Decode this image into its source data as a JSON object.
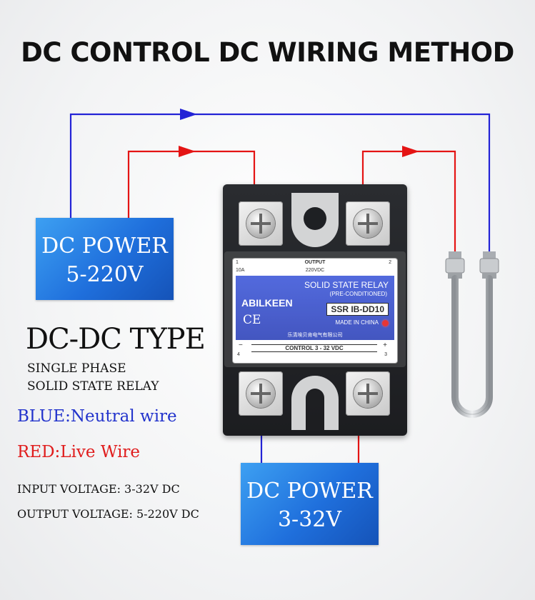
{
  "title": "DC CONTROL DC WIRING METHOD",
  "power_output": {
    "line1": "DC POWER",
    "line2": "5-220V"
  },
  "power_input": {
    "line1": "DC POWER",
    "line2": "3-32V"
  },
  "type_heading": "DC-DC TYPE",
  "type_sub1": "SINGLE PHASE",
  "type_sub2": "SOLID STATE RELAY",
  "legend_blue": "BLUE:Neutral wire",
  "legend_red": "RED:Live Wire",
  "spec_input": "INPUT VOLTAGE: 3-32V DC",
  "spec_output": "OUTPUT VOLTAGE: 5-220V DC",
  "relay_label": {
    "output_title": "OUTPUT",
    "term1": "1",
    "term2": "2",
    "current": "10A",
    "voltage": "220VDC",
    "product": "SOLID STATE RELAY",
    "pre": "(PRE-CONDITIONED)",
    "brand": "ABILKEEN",
    "ce": "CE",
    "model": "SSR IB-DD10",
    "made": "MADE IN CHINA",
    "maker_cn": "乐清埃贝肯电气有限公司",
    "control": "CONTROL 3 - 32 VDC",
    "minus": "−",
    "plus": "+",
    "term4": "4",
    "term3": "3"
  },
  "colors": {
    "blue_wire": "#2323d6",
    "red_wire": "#e41414",
    "panel_blue": "#1f6fdc"
  }
}
